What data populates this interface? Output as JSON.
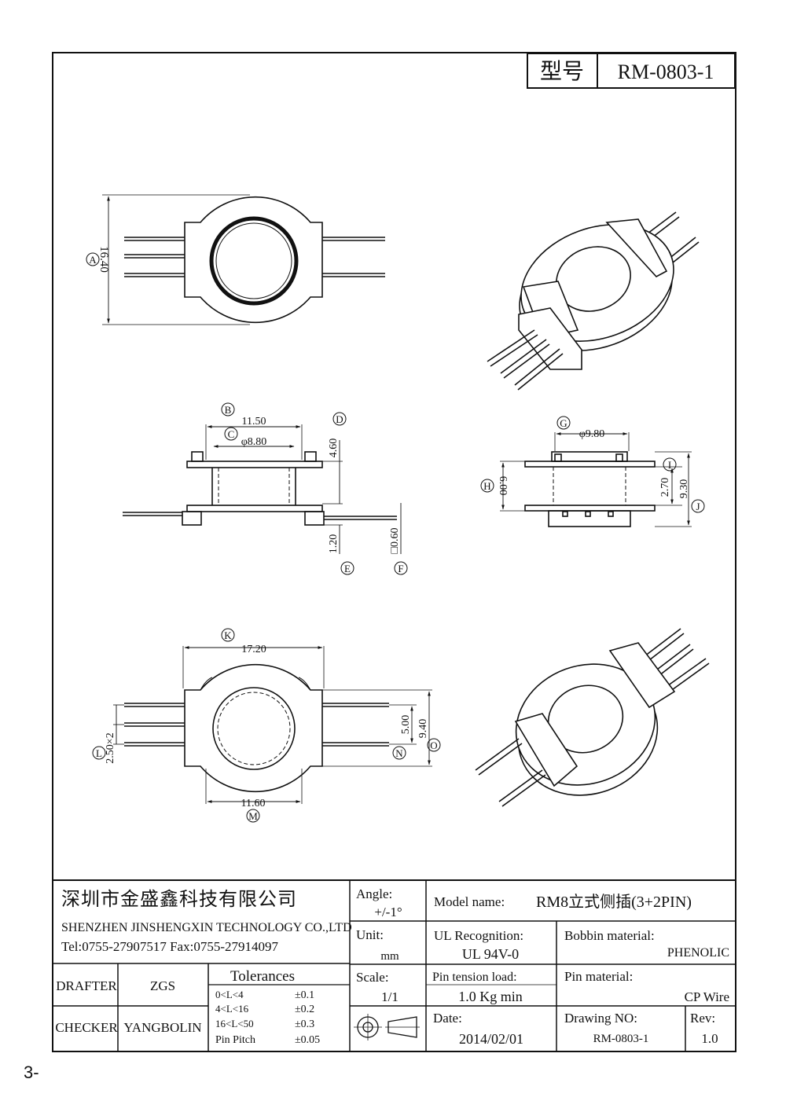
{
  "model_box": {
    "label": "型号",
    "value": "RM-0803-1"
  },
  "dims": {
    "A": "16.40",
    "B": "11.50",
    "C": "φ8.80",
    "D": "4.60",
    "E": "1.20",
    "F": "□0.60",
    "G": "φ9.80",
    "H": "6.00",
    "I": "2.70",
    "J": "9.30",
    "K": "17.20",
    "L": "2.50×2",
    "M": "11.60",
    "N": "5.00",
    "O": "9.40"
  },
  "letters": [
    "A",
    "B",
    "C",
    "D",
    "E",
    "F",
    "G",
    "H",
    "I",
    "J",
    "K",
    "L",
    "M",
    "N",
    "O"
  ],
  "title_block": {
    "company_cn": "深圳市金盛鑫科技有限公司",
    "company_en": "SHENZHEN JINSHENGXIN TECHNOLOGY CO.,LTD",
    "contact": "Tel:0755-27907517   Fax:0755-27914097",
    "drafter_label": "DRAFTER",
    "drafter": "ZGS",
    "checker_label": "CHECKER",
    "checker": "YANGBOLIN",
    "tolerances_title": "Tolerances",
    "tolerances": [
      {
        "range": "0<L<4",
        "value": "±0.1"
      },
      {
        "range": "4<L<16",
        "value": "±0.2"
      },
      {
        "range": "16<L<50",
        "value": "±0.3"
      },
      {
        "range": "Pin Pitch",
        "value": "±0.05"
      }
    ],
    "angle_label": "Angle:",
    "angle": "+/-1°",
    "unit_label": "Unit:",
    "unit": "mm",
    "scale_label": "Scale:",
    "scale": "1/1",
    "model_name_label": "Model name:",
    "model_name": "RM8立式侧插(3+2PIN)",
    "ul_label": "UL Recognition:",
    "ul": "UL 94V-0",
    "bobbin_label": "Bobbin material:",
    "bobbin": "PHENOLIC",
    "pin_tension_label": "Pin tension load:",
    "pin_tension": "1.0 Kg min",
    "pin_material_label": "Pin material:",
    "pin_material": "CP Wire",
    "date_label": "Date:",
    "date": "2014/02/01",
    "drawing_no_label": "Drawing NO:",
    "drawing_no": "RM-0803-1",
    "rev_label": "Rev:",
    "rev": "1.0"
  },
  "page_number": "3-"
}
